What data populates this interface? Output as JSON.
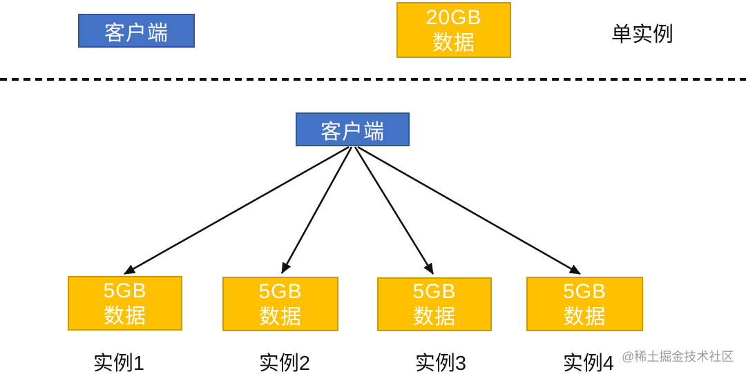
{
  "top_section": {
    "client_box": {
      "label": "客户端"
    },
    "data_box": {
      "line1": "20GB",
      "line2": "数据"
    },
    "mode_label": "单实例"
  },
  "bottom_section": {
    "client_box": {
      "label": "客户端"
    },
    "instances": [
      {
        "box_line1": "5GB",
        "box_line2": "数据",
        "label": "实例1"
      },
      {
        "box_line1": "5GB",
        "box_line2": "数据",
        "label": "实例2"
      },
      {
        "box_line1": "5GB",
        "box_line2": "数据",
        "label": "实例3"
      },
      {
        "box_line1": "5GB",
        "box_line2": "数据",
        "label": "实例4"
      }
    ]
  },
  "watermark": "@稀土掘金技术社区",
  "colors": {
    "client_fill": "#4472C4",
    "client_border": "#2E5597",
    "data_fill": "#FFC000",
    "data_border": "#CC9900",
    "arrow": "#111111",
    "divider": "#111111",
    "watermark_text": "#9B9B9B"
  }
}
